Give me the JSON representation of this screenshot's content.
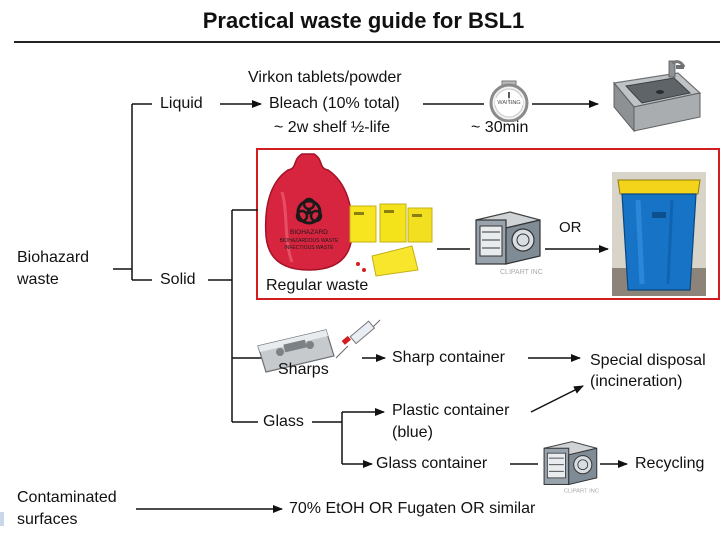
{
  "title": "Practical waste guide for BSL1",
  "root": {
    "line1": "Biohazard",
    "line2": "waste"
  },
  "liquid": {
    "label": "Liquid",
    "option_top": "Virkon tablets/powder",
    "option_main": "Bleach (10% total)",
    "shelf_life": "~ 2w shelf ½-life",
    "clock_text": "WAITING",
    "time": "~ 30min",
    "icons": [
      "clock-icon",
      "sink-icon"
    ]
  },
  "solid": {
    "label": "Solid",
    "regular_waste": "Regular waste",
    "or": "OR",
    "bag_text": [
      "BIOHAZARD",
      "BIOHAZARDOUS WASTE",
      "INFECTIOUS WASTE"
    ],
    "watermark": "CLIPART INC",
    "icons": [
      "biohazard-bag-icon",
      "yellow-bag-icon",
      "autoclave-icon",
      "blue-bin-icon"
    ],
    "highlight_color": "#d21e1e"
  },
  "sharps": {
    "label": "Sharps",
    "container": "Sharp container",
    "disposal_line1": "Special disposal",
    "disposal_line2": "(incineration)",
    "icons": [
      "razor-blade-icon",
      "syringe-icon"
    ]
  },
  "glass": {
    "label": "Glass",
    "plastic_line1": "Plastic container",
    "plastic_line2": "(blue)",
    "glass_container": "Glass container",
    "recycling": "Recycling",
    "icons": [
      "autoclave-icon"
    ]
  },
  "contaminated": {
    "line1": "Contaminated",
    "line2": "surfaces",
    "treatment": "70% EtOH OR Fugaten OR similar"
  }
}
